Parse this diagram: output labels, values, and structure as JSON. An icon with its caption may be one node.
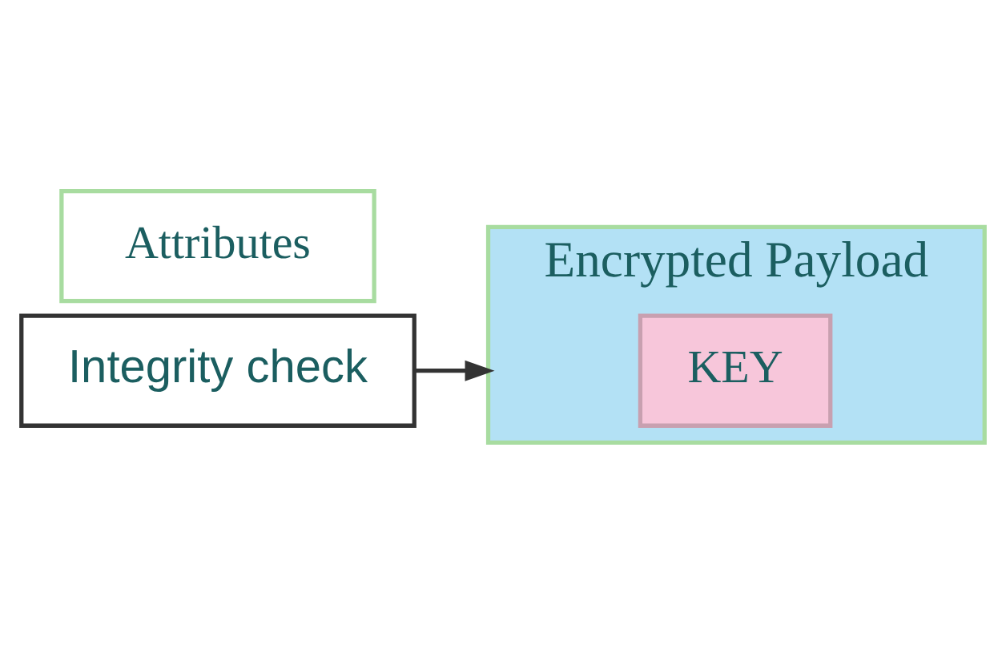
{
  "diagram": {
    "nodes": [
      {
        "text": [
          "Integrity check"
        ]
      },
      {
        "text": [
          "Attributes"
        ]
      },
      {
        "text": [
          "Encrypted Payload"
        ]
      },
      {
        "text": [
          "KEY"
        ],
        "in": 2
      }
    ],
    "edges": [
      {
        "from": 0,
        "to": 2,
        "arrow": "to"
      }
    ]
  }
}
